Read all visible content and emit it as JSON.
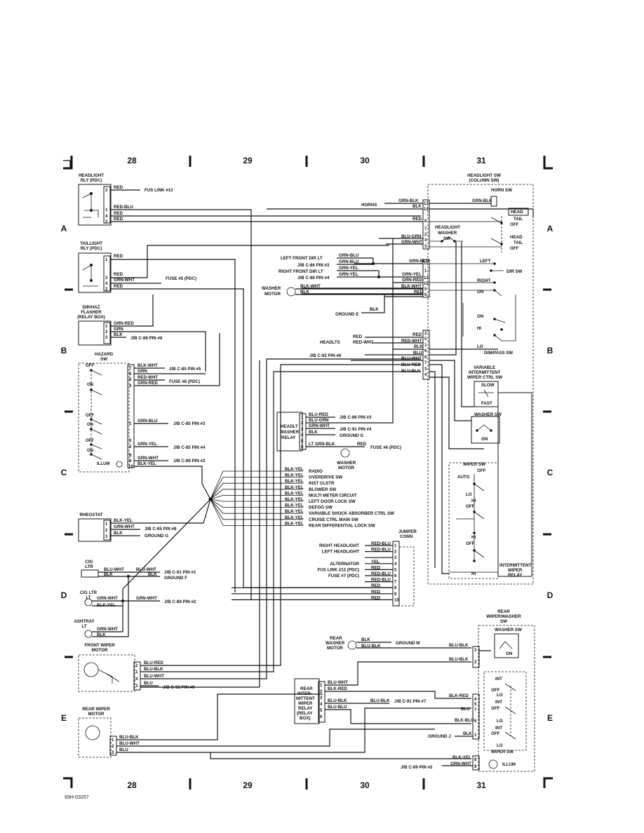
{
  "grid": {
    "columns": [
      "28",
      "29",
      "30",
      "31"
    ],
    "rows": [
      "A",
      "B",
      "C",
      "D",
      "E"
    ]
  },
  "figure_id": "93H-03257",
  "components": {
    "headlight_rly": {
      "title1": "HEADLIGHT",
      "title2": "RLY (PDC)"
    },
    "taillight_rly": {
      "title1": "TAILLIGHT",
      "title2": "RLY (PDC)"
    },
    "flasher": {
      "title1": "DIR/HAZ",
      "title2": "FLASHER",
      "title3": "(RELAY BOX)"
    },
    "hazard_sw": {
      "title1": "HAZARD",
      "title2": "SW",
      "illum": "ILLUM"
    },
    "rheostat": {
      "title": "RHEOSTAT"
    },
    "cig_ltr": {
      "title1": "CIG",
      "title2": "LTR"
    },
    "cig_ltr_lt": {
      "title1": "CIG LTR",
      "title2": "LT"
    },
    "ashtray_lt": {
      "title1": "ASHTRAY",
      "title2": "LT"
    },
    "front_wiper_motor": {
      "title1": "FRONT WIPER",
      "title2": "MOTOR"
    },
    "rear_wiper_motor": {
      "title1": "REAR WIPER",
      "title2": "MOTOR"
    },
    "headlight_sw": {
      "title1": "HEADLIGHT SW",
      "title2": "(COLUMN SW)"
    },
    "horn_sw": {
      "title": "HORN SW"
    },
    "headlight_washer_sw": {
      "title1": "HEADLIGHT",
      "title2": "WASHER",
      "title3": "SW"
    },
    "dimmer": {
      "title": "DIM/PASS SW"
    },
    "variable_wiper": {
      "title1": "VARIABLE",
      "title2": "INTERMITTENT",
      "title3": "WIPER CTRL SW",
      "slow": "SLOW",
      "fast": "FAST"
    },
    "washer_sw": {
      "title": "WASHER SW",
      "on": "ON"
    },
    "wiper_sw": {
      "title": "WIPER SW"
    },
    "intermittent_relay": {
      "title1": "INTERMITTENT",
      "title2": "WIPER",
      "title3": "RELAY"
    },
    "headlt_washer_relay": {
      "title1": "HEADLT",
      "title2": "WASHER",
      "title3": "RELAY"
    },
    "washer_motor": {
      "title1": "WASHER",
      "title2": "MOTOR"
    },
    "jumper_conn": {
      "title1": "JUMPER",
      "title2": "CONN"
    },
    "rear_washer_motor": {
      "title1": "REAR",
      "title2": "WASHER",
      "title3": "MOTOR"
    },
    "rear_int_relay": {
      "title1": "REAR",
      "title2": "INTER-",
      "title3": "MITTENT",
      "title4": "WIPER",
      "title5": "RELAY",
      "title6": "(RELAY",
      "title7": "BOX)"
    },
    "rear_wiper_washer_sw": {
      "title1": "REAR",
      "title2": "WIPER/WASHER",
      "title3": "SW",
      "washer": "WASHER SW",
      "wiper": "WIPER SW",
      "illum": "ILLUM"
    }
  },
  "headlight_rly_wires": [
    {
      "pin": "3",
      "wire": "RED",
      "dest": "FUS LINK #13"
    },
    {
      "pin": "1",
      "wire": "RED-BLU",
      "dest": ""
    },
    {
      "pin": "4",
      "wire": "RED",
      "dest": ""
    },
    {
      "pin": "2",
      "wire": "RED",
      "dest": ""
    }
  ],
  "taillight_rly_wires": [
    {
      "pin": "1",
      "wire": "RED",
      "dest": ""
    },
    {
      "pin": "3",
      "wire": "RED",
      "dest": ""
    },
    {
      "pin": "4",
      "wire": "GRN-WHT",
      "dest": "FUSE #5 (PDC)"
    },
    {
      "pin": "2",
      "wire": "RED",
      "dest": ""
    }
  ],
  "flasher_wires": [
    {
      "pin": "1",
      "wire": "GRN-RED",
      "dest": ""
    },
    {
      "pin": "2",
      "wire": "GRN",
      "dest": ""
    },
    {
      "pin": "3",
      "wire": "BLK",
      "dest": "J/B C-88 PIN #6"
    }
  ],
  "hazard_wires": [
    {
      "pin": "7",
      "wire": "BLK-WHT",
      "dest": "J/B C-85 PIN #5"
    },
    {
      "pin": "5",
      "wire": "GRN",
      "dest": ""
    },
    {
      "pin": "6",
      "wire": "RED-WHT",
      "dest": "FUSE #8 (PDC)"
    },
    {
      "pin": "4",
      "wire": "GRN-RED",
      "dest": ""
    },
    {
      "pin": "1",
      "wire": "GRN-BLU",
      "dest": "J/B C-85 PIN #3"
    },
    {
      "pin": "3",
      "wire": "",
      "dest": ""
    },
    {
      "pin": "2",
      "wire": "GRN-YEL",
      "dest": "J/B C-85 PIN #4"
    },
    {
      "pin": "8",
      "wire": "",
      "dest": ""
    },
    {
      "pin": "9",
      "wire": "GRN-WHT",
      "dest": "J/B C-89 PIN #2"
    },
    {
      "pin": "10",
      "wire": "BLK-YEL",
      "dest": ""
    }
  ],
  "hazard_positions": [
    "OFF",
    "ON",
    "OFF",
    "ON",
    "OFF",
    "ON"
  ],
  "rheostat_wires": [
    {
      "pin": "1",
      "wire": "BLK-YEL",
      "dest": ""
    },
    {
      "pin": "2",
      "wire": "GRN-WHT",
      "dest": "J/B C-85 PIN #8"
    },
    {
      "pin": "3",
      "wire": "BLK",
      "dest": "GROUND G"
    }
  ],
  "cig_wires": [
    {
      "wire": "BLU-WHT",
      "wire2": "BLU-WHT",
      "dest": "J/B C-91 PIN #1"
    },
    {
      "wire": "BLK",
      "wire2": "BLK",
      "dest": "GROUND F"
    }
  ],
  "cig_lt_wires": [
    {
      "wire": "GRN-WHT",
      "wire2": "GRN-WHT",
      "dest": "J/B C-89 PIN #2"
    },
    {
      "wire": "BLK-YEL",
      "wire2": "",
      "dest": ""
    }
  ],
  "ashtray_wires": [
    {
      "wire": "GRN-WHT"
    },
    {
      "wire": "BLK"
    }
  ],
  "front_wiper_wires": [
    {
      "pin": "2",
      "wire": "BLU-RED",
      "dest": ""
    },
    {
      "pin": "1",
      "wire": "BLU-BLK",
      "dest": ""
    },
    {
      "pin": "4",
      "wire": "BLU-WHT",
      "dest": ""
    },
    {
      "pin": "3",
      "wire": "BLU",
      "dest": "J/B C-92 PIN #8"
    }
  ],
  "rear_wiper_wires": [
    {
      "pin": "1",
      "wire": "BLU-BLK"
    },
    {
      "pin": "2",
      "wire": "BLU-WHT"
    },
    {
      "pin": "3",
      "wire": "BLU"
    }
  ],
  "column_left_wires": [
    {
      "pin": "13",
      "wire": "GRN-BLK",
      "dest": "HORNS"
    },
    {
      "pin": "14",
      "wire": "BLK",
      "dest": ""
    },
    {
      "pin": "8",
      "wire": "RED",
      "dest": ""
    },
    {
      "pin": "7",
      "wire": "",
      "dest": ""
    },
    {
      "pin": "2",
      "wire": "BLU-GRN",
      "dest": ""
    },
    {
      "pin": "4",
      "wire": "GRN-WHT",
      "dest": ""
    },
    {
      "pin": "3",
      "wire": "",
      "dest": ""
    },
    {
      "pin": "11",
      "wire": "GRN-BLU",
      "dest": ""
    },
    {
      "pin": "1",
      "wire": "GRN-YEL",
      "dest": ""
    },
    {
      "pin": "12",
      "wire": "GRN-RED",
      "dest": ""
    },
    {
      "pin": "10",
      "wire": "BLK-WHT",
      "dest": ""
    },
    {
      "pin": "5",
      "wire": "RED",
      "dest": ""
    },
    {
      "pin": "6",
      "wire": "",
      "dest": ""
    }
  ],
  "dir_lt_labels": [
    {
      "label": "LEFT FRONT DIR LT",
      "wire": "GRN-BLU"
    },
    {
      "label": "J/B C-86 PIN #3",
      "wire": "GRN-BLU"
    },
    {
      "label": "RIGHT FRONT DIR LT",
      "wire": "GRN-YEL"
    },
    {
      "label": "J/B C-86 PIN #4",
      "wire": "GRN-YEL"
    }
  ],
  "washer_motor_wires": [
    {
      "wire": "BLK-WHT"
    },
    {
      "wire": "BLK"
    }
  ],
  "ground_e": {
    "label": "GROUND E",
    "wire": "BLK"
  },
  "headlts": {
    "label": "HEADLTS",
    "w1": "RED",
    "w2": "RED-WHT"
  },
  "column_right_b_wires": [
    {
      "pin": "2",
      "wire": "RED"
    },
    {
      "pin": "5",
      "wire": "RED-WHT"
    },
    {
      "pin": "1",
      "wire": "BLK"
    },
    {
      "pin": "6",
      "wire": "BLU"
    },
    {
      "pin": "8",
      "wire": "BLU-WHT"
    },
    {
      "pin": "7",
      "wire": "BLU-RED"
    },
    {
      "pin": "3",
      "wire": "BLU-BLK"
    },
    {
      "pin": "4",
      "wire": ""
    }
  ],
  "jb_c92_pin6": "J/B C-92 PIN #6",
  "headlight_sw_labels": {
    "head": "HEAD",
    "tail": "TAIL",
    "off": "OFF",
    "left": "LEFT",
    "right": "RIGHT",
    "dir_sw": "DIR SW",
    "on": "ON",
    "hi": "HI",
    "lo": "LO"
  },
  "headlt_washer_relay_wires": [
    {
      "pin": "1",
      "wire": "BLU-RED",
      "dest": "J/B C-86 PIN #3"
    },
    {
      "pin": "2",
      "wire": "BLU-GRN",
      "dest": ""
    },
    {
      "pin": "3",
      "wire": "GRN-WHT",
      "dest": "J/B C-91 PIN #4"
    },
    {
      "pin": "4",
      "wire": "BLK",
      "dest": "GROUND G"
    },
    {
      "pin": "5",
      "wire": "",
      "dest": ""
    },
    {
      "pin": "6",
      "wire": "LT GRN-BLK",
      "wire2": "RED",
      "dest": "FUSE #6 (PDC)"
    }
  ],
  "illum_splice": [
    {
      "wire": "BLK-YEL",
      "dest": "RADIO"
    },
    {
      "wire": "BLK-YEL",
      "dest": "OVERDRIVE SW"
    },
    {
      "wire": "BLK-YEL",
      "dest": "INST CLSTR"
    },
    {
      "wire": "BLK-YEL",
      "dest": "BLOWER SW"
    },
    {
      "wire": "BLK-YEL",
      "dest": "MULTI METER CIRCUIT"
    },
    {
      "wire": "BLK-YEL",
      "dest": "LEFT DOOR LOCK SW"
    },
    {
      "wire": "BLK-YEL",
      "dest": "DEFOG SW"
    },
    {
      "wire": "BLK-YEL",
      "dest": "VARIABLE SHOCK ABSORBER CTRL SW"
    },
    {
      "wire": "BLK-YEL",
      "dest": "CRUISE CTRL MAIN SW"
    },
    {
      "wire": "BLK-YEL",
      "dest": "REAR DIFFERENTIAL LOCK SW"
    }
  ],
  "jumper_wires": [
    {
      "pin": "1",
      "wire": "RED-BLU",
      "dest": "RIGHT HEADLIGHT"
    },
    {
      "pin": "2",
      "wire": "RED-BLU",
      "dest": "LEFT HEADLIGHT"
    },
    {
      "pin": "3",
      "wire": "",
      "dest": ""
    },
    {
      "pin": "4",
      "wire": "YEL",
      "dest": "ALTERNATOR"
    },
    {
      "pin": "5",
      "wire": "RED",
      "dest": "FUS LINK #12 (PDC)"
    },
    {
      "pin": "6",
      "wire": "RED-BLU",
      "dest": "FUSE #7 (PDC)"
    },
    {
      "pin": "7",
      "wire": "RED-BLU",
      "dest": ""
    },
    {
      "pin": "8",
      "wire": "RED",
      "dest": ""
    },
    {
      "pin": "9",
      "wire": "RED",
      "dest": ""
    },
    {
      "pin": "10",
      "wire": "RED",
      "dest": ""
    }
  ],
  "wiper_sw_labels": {
    "off": "OFF",
    "auto": "AUTO",
    "lo": "LO",
    "hi": "HI",
    "off2": "OFF",
    "hi2": "HI",
    "off3": "OFF",
    "lo2": "LO",
    "hi3": "HI"
  },
  "rear_washer_motor_wires": [
    {
      "wire": "BLK",
      "dest": "GROUND M"
    },
    {
      "wire": "BLU-BLK",
      "dest": ""
    }
  ],
  "rear_int_relay_wires": [
    {
      "pin": "1",
      "wire": "BLU-WHT"
    },
    {
      "pin": "2",
      "wire": "BLK-RED"
    },
    {
      "pin": "3",
      "wire": ""
    },
    {
      "pin": "4",
      "wire": "BLU-BLK",
      "dest": "J/B C-91 PIN #7",
      "wire2": "BLU-BLK"
    },
    {
      "pin": "5",
      "wire": "BLU-BLU"
    },
    {
      "pin": "6",
      "wire": ""
    }
  ],
  "rear_sw_wires": [
    {
      "pin": "3",
      "wire": "BLU-BLK"
    },
    {
      "pin": "2",
      "wire": "BLU-BLK"
    },
    {
      "pin": "4",
      "wire": "BLK-RED"
    },
    {
      "pin": "5",
      "wire": ""
    },
    {
      "pin": "7",
      "wire": "BLU"
    },
    {
      "pin": "6",
      "wire": "BLK-BLU"
    },
    {
      "pin": "1",
      "wire": "BLK",
      "dest": "GROUND J"
    },
    {
      "pin": "8",
      "wire": "BLK-YEL"
    },
    {
      "pin": "9",
      "wire": "GRN-WHT",
      "dest": "J/B C-89 PIN #2"
    }
  ],
  "rear_sw_positions": [
    "INT",
    "LO",
    "OFF",
    "INT",
    "LO",
    "OFF",
    "INT",
    "OFF",
    "LO",
    "ON"
  ]
}
